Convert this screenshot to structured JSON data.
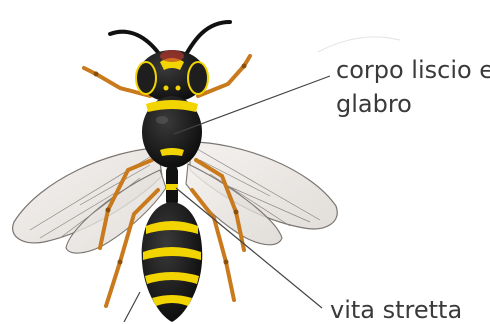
{
  "diagram": {
    "labels": {
      "body_line1": "corpo liscio e",
      "body_line2": "glabro",
      "waist": "vita stretta"
    },
    "colors": {
      "body_black": "#111111",
      "stripe_yellow": "#f2d400",
      "leg_orange": "#c87a1c",
      "wing_tint": "#e6e2de",
      "label_text": "#3a3a3a",
      "leader_line": "#444444"
    }
  }
}
